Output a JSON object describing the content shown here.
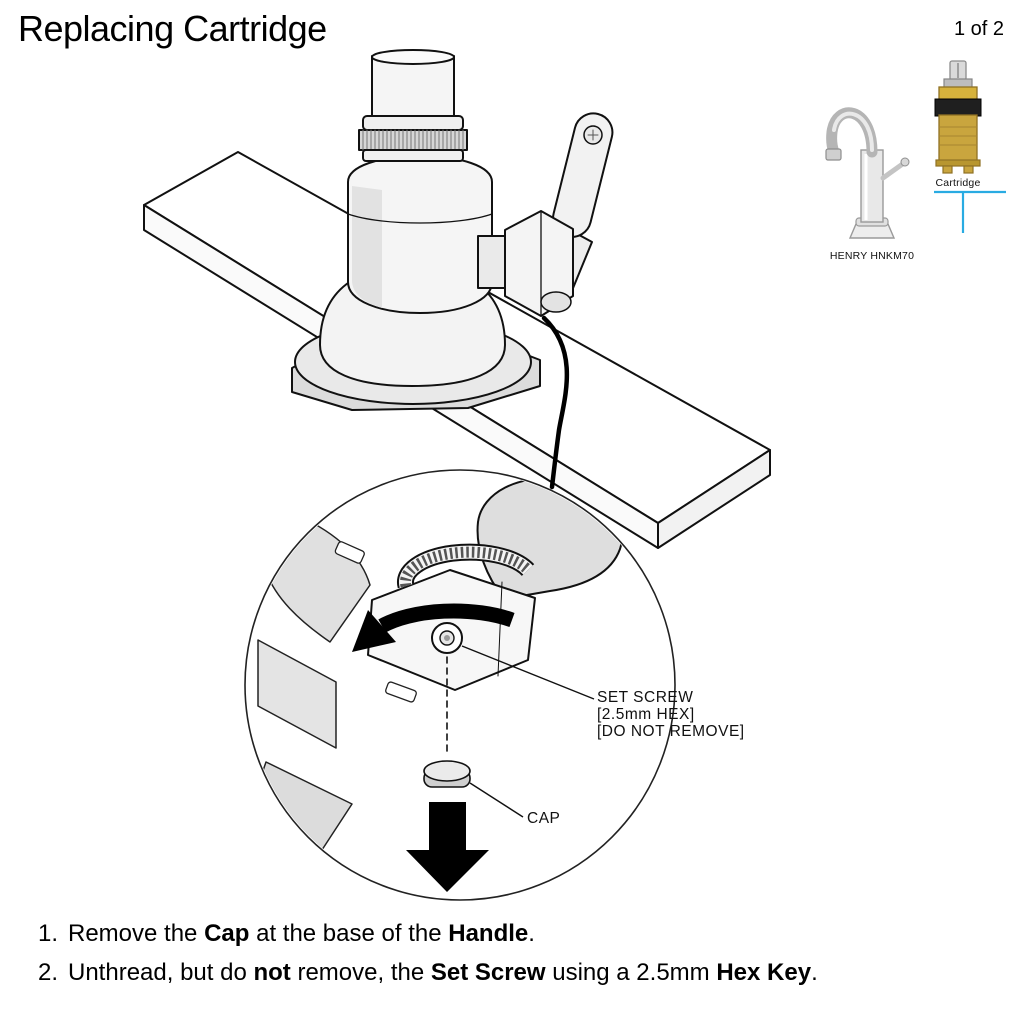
{
  "header": {
    "title": "Replacing Cartridge",
    "page_indicator": "1 of 2"
  },
  "reference": {
    "faucet_model": "HENRY HNKM70",
    "cartridge_label": "Cartridge"
  },
  "colors": {
    "accent_blue": "#29abe2"
  },
  "diagram": {
    "callouts": {
      "set_screw": {
        "line1": "SET SCREW",
        "line2": "[2.5mm HEX]",
        "line3": "[DO NOT REMOVE]"
      },
      "cap": "CAP"
    }
  },
  "steps": [
    {
      "number": "1.",
      "parts": [
        {
          "text": "Remove the "
        },
        {
          "text": "Cap",
          "bold": true
        },
        {
          "text": " at the base of the "
        },
        {
          "text": "Handle",
          "bold": true
        },
        {
          "text": "."
        }
      ]
    },
    {
      "number": "2.",
      "parts": [
        {
          "text": "Unthread, but do "
        },
        {
          "text": "not",
          "bold": true
        },
        {
          "text": " remove, the "
        },
        {
          "text": "Set Screw",
          "bold": true
        },
        {
          "text": " using a 2.5mm "
        },
        {
          "text": "Hex Key",
          "bold": true
        },
        {
          "text": "."
        }
      ]
    }
  ]
}
